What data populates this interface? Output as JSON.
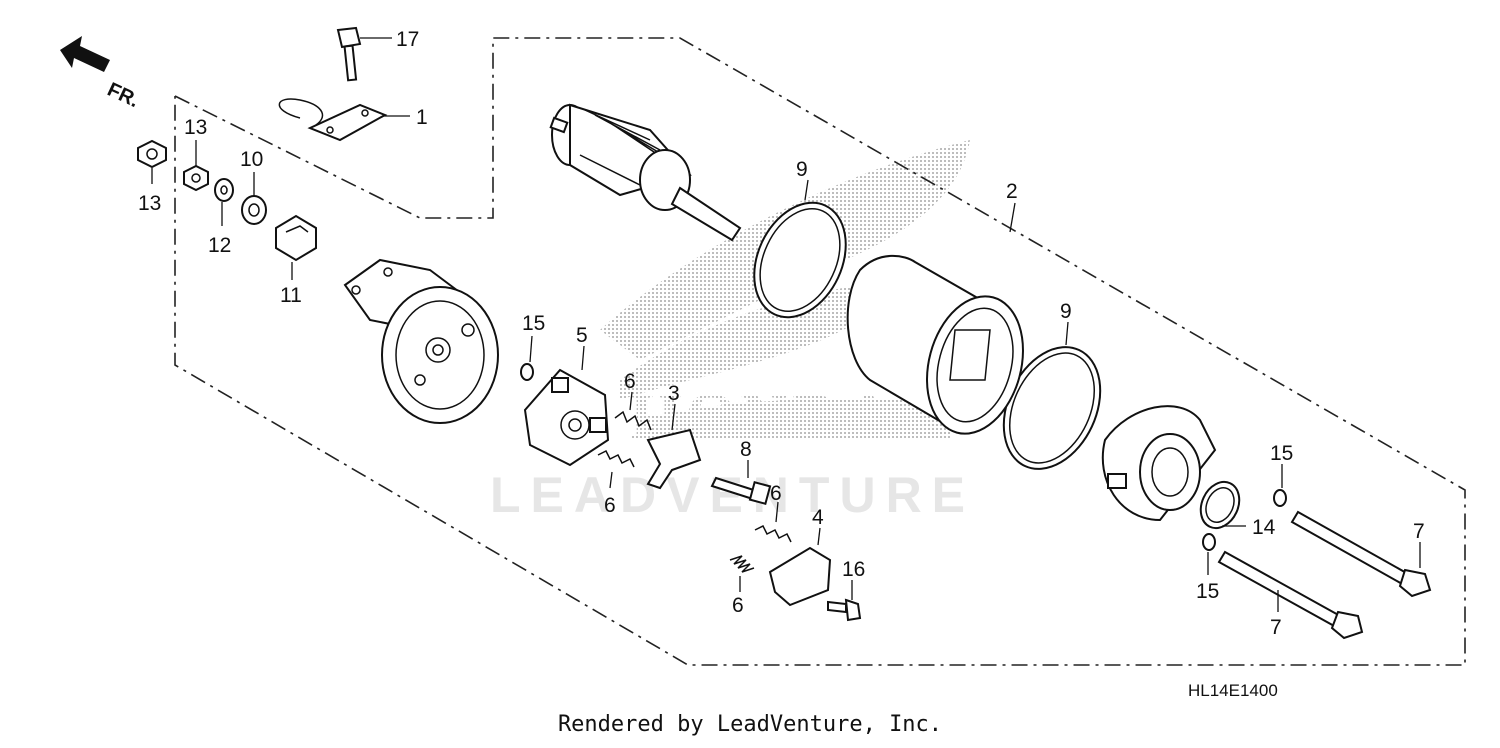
{
  "watermark": {
    "brand": "HONDA",
    "text": "LEADVENTURE"
  },
  "direction": "FR.",
  "callouts": {
    "c1": "1",
    "c2": "2",
    "c3": "3",
    "c4": "4",
    "c5": "5",
    "c6a": "6",
    "c6b": "6",
    "c6c": "6",
    "c6d": "6",
    "c7a": "7",
    "c7b": "7",
    "c8": "8",
    "c9a": "9",
    "c9b": "9",
    "c10": "10",
    "c11": "11",
    "c12": "12",
    "c13a": "13",
    "c13b": "13",
    "c14": "14",
    "c15a": "15",
    "c15b": "15",
    "c15c": "15",
    "c16": "16",
    "c17": "17"
  },
  "diagram_code": "HL14E1400",
  "footer": "Rendered by LeadVenture, Inc."
}
